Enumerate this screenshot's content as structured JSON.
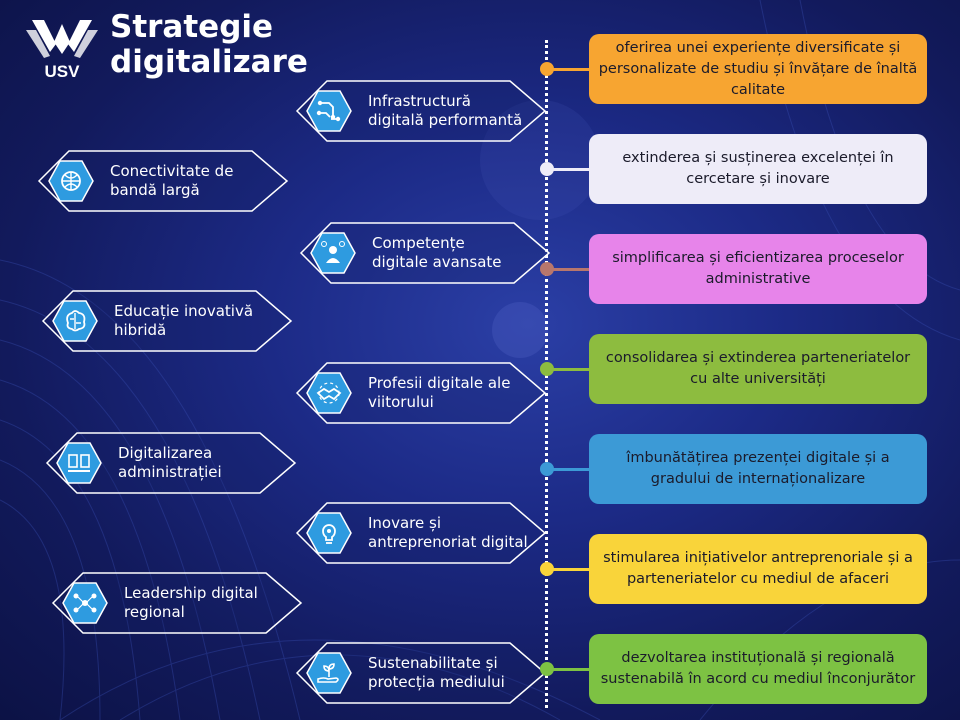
{
  "logo": {
    "text": "USV"
  },
  "title": {
    "line1": "Strategie",
    "line2": "digitalizare"
  },
  "pillars": [
    {
      "line1": "Infrastructură",
      "line2": "digitală performantă",
      "icon": "circuit-icon"
    },
    {
      "line1": "Conectivitate de",
      "line2": "bandă largă",
      "icon": "globe-network-icon"
    },
    {
      "line1": "Competențe",
      "line2": "digitale avansate",
      "icon": "person-gears-icon"
    },
    {
      "line1": "Educație inovativă",
      "line2": "hibridă",
      "icon": "brain-icon"
    },
    {
      "line1": "Profesii digitale ale",
      "line2": "viitorului",
      "icon": "handshake-icon"
    },
    {
      "line1": "Digitalizarea",
      "line2": "administrației",
      "icon": "documents-icon"
    },
    {
      "line1": "Inovare și",
      "line2": "antreprenoriat digital",
      "icon": "lightbulb-gear-icon"
    },
    {
      "line1": "Leadership digital",
      "line2": "regional",
      "icon": "team-network-icon"
    },
    {
      "line1": "Sustenabilitate și",
      "line2": "protecția mediului",
      "icon": "hand-plant-icon"
    }
  ],
  "objectives": [
    {
      "text": "oferirea unei experiențe diversificate și\npersonalizate de studiu și învățare de înaltă\ncalitate",
      "color": "#f7a531",
      "dot": "#f7a531"
    },
    {
      "text": "extinderea și susținerea excelenței în\ncercetare și inovare",
      "color": "#eeecf8",
      "dot": "#eeecf8"
    },
    {
      "text": "simplificarea și eficientizarea proceselor\nadministrative",
      "color": "#e784ea",
      "dot": "#b8776c"
    },
    {
      "text": "consolidarea și extinderea parteneriatelor\ncu alte universități",
      "color": "#8dbc3f",
      "dot": "#8dbc3f"
    },
    {
      "text": "îmbunătățirea prezenței digitale și a\ngradului de internaționalizare",
      "color": "#3c9ad6",
      "dot": "#3c9ad6"
    },
    {
      "text": "stimularea inițiativelor antreprenoriale și a\nparteneriatelor cu mediul de afaceri",
      "color": "#f9d43a",
      "dot": "#f9d43a"
    },
    {
      "text": "dezvoltarea instituțională și regională\nsustenabilă în acord cu mediul înconjurător",
      "color": "#7dc243",
      "dot": "#7dc243"
    }
  ]
}
